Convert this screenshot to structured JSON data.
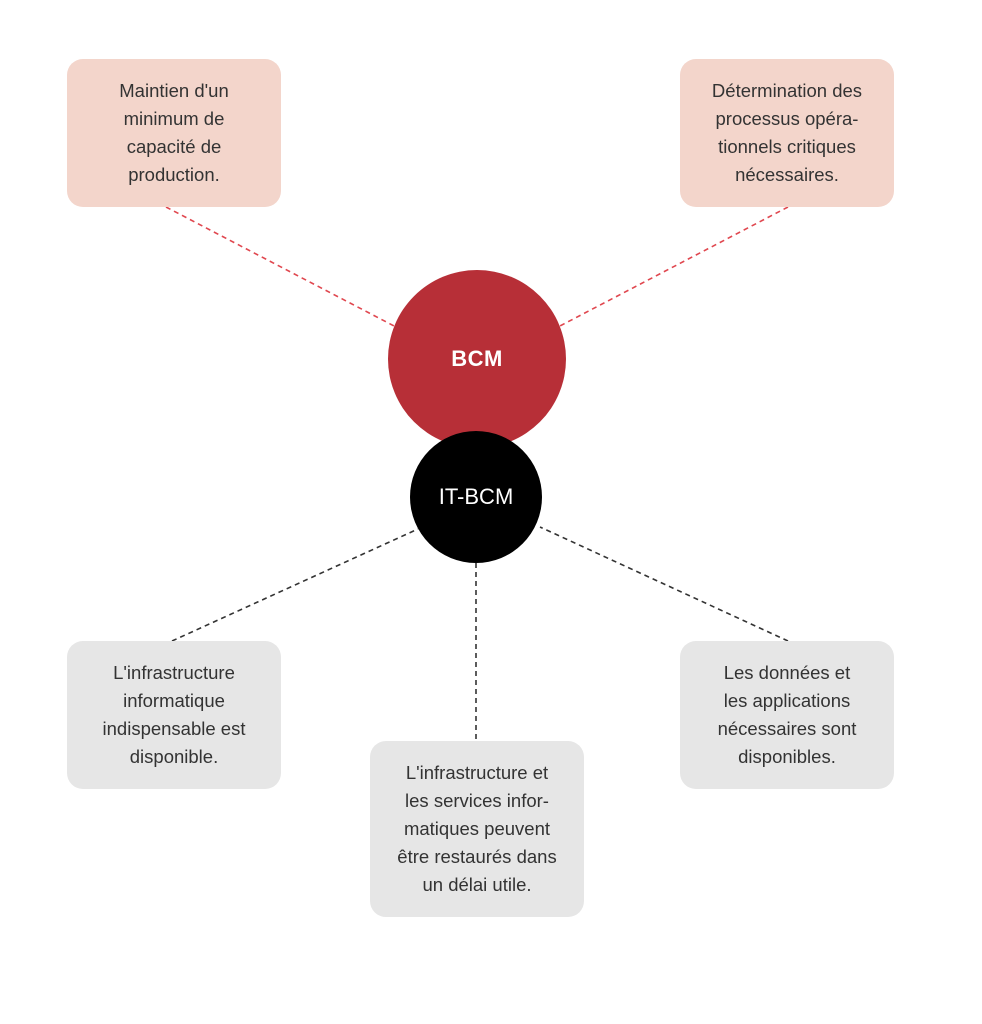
{
  "colors": {
    "bcm_circle": "#b72f37",
    "itbcm_circle": "#000000",
    "bcm_box_fill": "#f3d5cb",
    "it_box_fill": "#e6e6e6",
    "bcm_connector": "#e0474f",
    "it_connector": "#333333",
    "text": "#333333"
  },
  "nodes": {
    "bcm": {
      "label": "BCM"
    },
    "itbcm": {
      "label": "IT-BCM"
    }
  },
  "boxes": {
    "top_left": {
      "parent": "BCM",
      "lines": [
        "Maintien d'un",
        "minimum de",
        "capacité de",
        "production."
      ]
    },
    "top_right": {
      "parent": "BCM",
      "lines": [
        "Détermination des",
        "processus opéra-",
        "tionnels critiques",
        "nécessaires."
      ]
    },
    "bottom_left": {
      "parent": "IT-BCM",
      "lines": [
        "L'infrastructure",
        "informatique",
        "indispensable est",
        "disponible."
      ]
    },
    "bottom_center": {
      "parent": "IT-BCM",
      "lines": [
        "L'infrastructure et",
        "les services infor-",
        "matiques peuvent",
        "être restaurés dans",
        "un délai utile."
      ]
    },
    "bottom_right": {
      "parent": "IT-BCM",
      "lines": [
        "Les données et",
        "les applications",
        "nécessaires sont",
        "disponibles."
      ]
    }
  }
}
